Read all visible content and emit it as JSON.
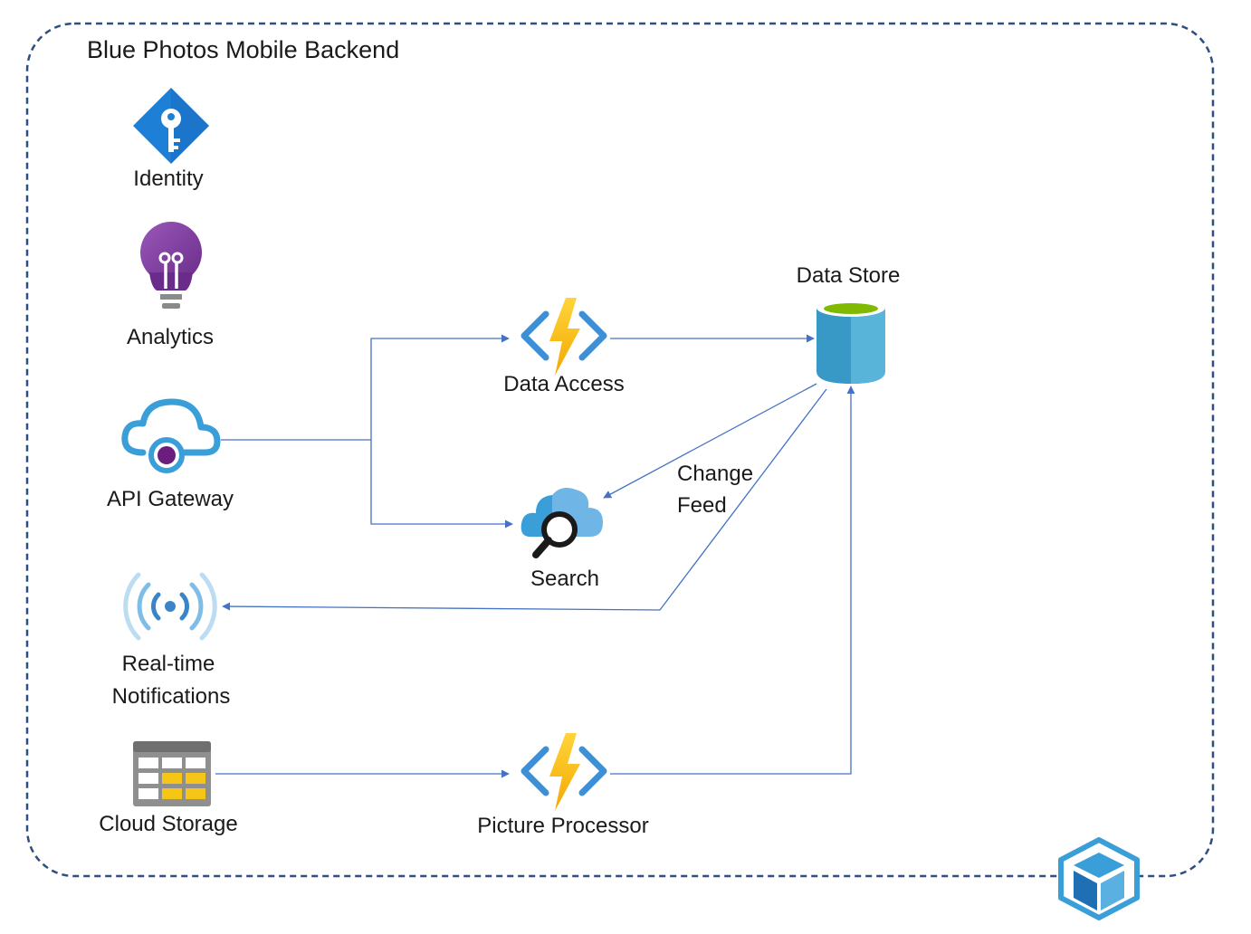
{
  "container": {
    "title": "Blue Photos Mobile Backend"
  },
  "nodes": {
    "identity": {
      "label": "Identity"
    },
    "analytics": {
      "label": "Analytics"
    },
    "api_gateway": {
      "label": "API Gateway"
    },
    "realtime_notifications": {
      "label_line1": "Real-time",
      "label_line2": "Notifications"
    },
    "cloud_storage": {
      "label": "Cloud Storage"
    },
    "data_access": {
      "label": "Data Access"
    },
    "search": {
      "label": "Search"
    },
    "picture_processor": {
      "label": "Picture Processor"
    },
    "data_store": {
      "label": "Data Store"
    }
  },
  "edges": {
    "change_feed": {
      "label_line1": "Change",
      "label_line2": "Feed"
    }
  },
  "colors": {
    "border": "#2f4f7f",
    "connector": "#4472c4",
    "functions_bolt": "#fcc419",
    "functions_bracket": "#3d8fd6",
    "identity": "#1e7fd6",
    "analytics": "#7b3c98",
    "database": "#3999c6",
    "database_top": "#7fba00"
  },
  "icons": {
    "identity": "key-diamond-icon",
    "analytics": "lightbulb-icon",
    "api_gateway": "cloud-gateway-icon",
    "realtime_notifications": "broadcast-icon",
    "cloud_storage": "table-storage-icon",
    "data_access": "function-bolt-icon",
    "search": "cloud-search-icon",
    "picture_processor": "function-bolt-icon",
    "data_store": "database-cylinder-icon",
    "corner_logo": "cube-icon"
  }
}
